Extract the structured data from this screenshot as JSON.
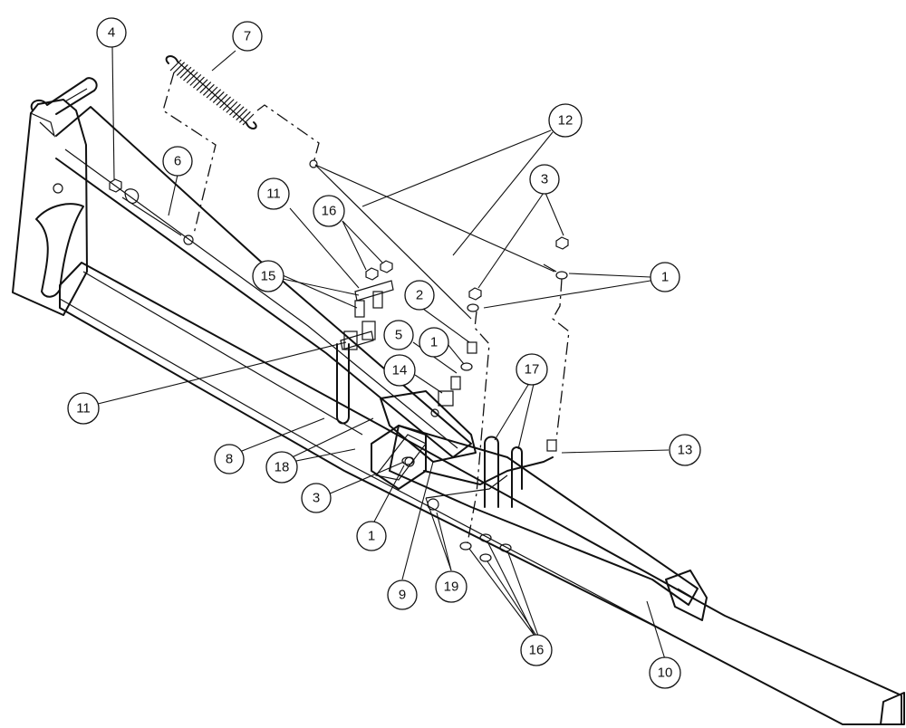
{
  "callouts": [
    {
      "id": "c4a",
      "label": "4"
    },
    {
      "id": "c7",
      "label": "7"
    },
    {
      "id": "c6",
      "label": "6"
    },
    {
      "id": "c12",
      "label": "12"
    },
    {
      "id": "c3a",
      "label": "3"
    },
    {
      "id": "c11a",
      "label": "11"
    },
    {
      "id": "c16a",
      "label": "16"
    },
    {
      "id": "c1a",
      "label": "1"
    },
    {
      "id": "c15",
      "label": "15"
    },
    {
      "id": "c2",
      "label": "2"
    },
    {
      "id": "c5",
      "label": "5"
    },
    {
      "id": "c1b",
      "label": "1"
    },
    {
      "id": "c14",
      "label": "14"
    },
    {
      "id": "c17",
      "label": "17"
    },
    {
      "id": "c11b",
      "label": "11"
    },
    {
      "id": "c13",
      "label": "13"
    },
    {
      "id": "c8",
      "label": "8"
    },
    {
      "id": "c18",
      "label": "18"
    },
    {
      "id": "c3b",
      "label": "3"
    },
    {
      "id": "c1c",
      "label": "1"
    },
    {
      "id": "c9",
      "label": "9"
    },
    {
      "id": "c19",
      "label": "19"
    },
    {
      "id": "c16b",
      "label": "16"
    },
    {
      "id": "c10",
      "label": "10"
    }
  ]
}
